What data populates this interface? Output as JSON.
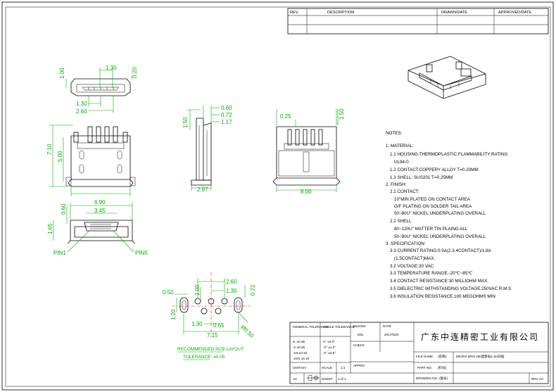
{
  "revision_block": {
    "headers": [
      "REV.",
      "DESCRIPTION",
      "DRAWN/DATE",
      "APPROVED/DATE"
    ]
  },
  "dimensions": {
    "front": [
      "1.30",
      "1.00",
      "0.20",
      "1.30",
      "2.60"
    ],
    "front_big": [
      "6.90",
      "7.10",
      "5.00"
    ],
    "side": [
      "0.60",
      "0.72",
      "1.50",
      "1.17",
      "2.97"
    ],
    "back": [
      "0.25",
      "1.50",
      "8.00"
    ],
    "bottom": [
      "6.90",
      "3.45",
      "0.60",
      "1.65"
    ],
    "pcb": [
      "2.60",
      "1.00",
      "1.30",
      "0.50",
      "0.72",
      "1.20",
      "1.30",
      "0.65",
      "7.15",
      "Ø0.50"
    ]
  },
  "pin_labels": [
    "PIN1",
    "PIN5"
  ],
  "pcb_layout": {
    "title": "RECOMMENDED PCB LAYOUT",
    "tolerance": "TOLERANCE: ±0.05"
  },
  "notes": {
    "heading": "NOTES:",
    "lines": [
      "1. MATERIAL:",
      "1.1 HOUSING:THERMOPLASTIC FLAMMABILITY RATING",
      "UL94-0",
      "1.2 CONTACT:COPPERY ALLOY T=0.20MM",
      "1.3 SHELL:   SUS201 T=0.25MM",
      "2. FINISH:",
      "2.1 CONTACT:",
      "10\"MIN PLATED ON CONTACT AREA",
      "G/F PLATING ON SOLDER TAIL AREA",
      "50~80U\" NICKEL UNDERPLATING OVERALL",
      "2.2 SHELL:",
      "80~120U\" MATTER TIN PLAING ALL",
      "50~80U\" NICKEL UNDERPLATING OVERALL",
      "3. SPECIFICATION:",
      "3.3 CURRENT RATING:0.5A(2.3.4CONTACT)/1.8A",
      "(1.5CONTACT)MAX.",
      "3.2 VOLTAGE:30 VAC",
      "3.3 TEMPERATURE RANGE:-20℃~85℃",
      "3.4 CONTACT RESISTANCE:30 MILLIOHM MAX.",
      "3.5 DIELECTRIC WITHSTANDING VOLTAGE:250VAC R.M.S",
      "3.6 INSULATION RESISTANCE:100 MEGOHMS MIN"
    ]
  },
  "title_block": {
    "general_tolerance": "GENERAL TOLERANCE",
    "angle_tolerance": "ANGLE TOLERANCE",
    "tol_rows": [
      "X.  ±0.35",
      ".X  ±0.25",
      ".XX  ±0.15",
      ".XXX  ±0.10"
    ],
    "angle_rows": [
      "X°  ±2.0°",
      ".X°  ±1.0°",
      ".X°  ±0.5°"
    ],
    "design_label": "DESIGN",
    "date_label": "DATE",
    "designer": "ZOL",
    "design_date": "2017/03/3",
    "check_label": "CHECK",
    "approved_label": "APPRO",
    "company": "广东中连精密工业有限公司",
    "file_name_label": "FILE NAME",
    "file_name_cn": "(名称)",
    "file_name": "MICRO 5PIN 180度卧贴1.5H前插",
    "part_no_label": "PART NO.",
    "part_no_cn": "(料号)",
    "drawing_no_label": "DRAWING NO.",
    "drawing_no_cn": "(图号)",
    "unit_label": "UNIT:mm",
    "scale_label": "SCALE",
    "scale_value": "1:1",
    "sheet_size": "A4",
    "sheet_label": "SHEET:",
    "sheet_value": "1 of 1",
    "rev_label": "REV.",
    "rev_value": "A0"
  }
}
